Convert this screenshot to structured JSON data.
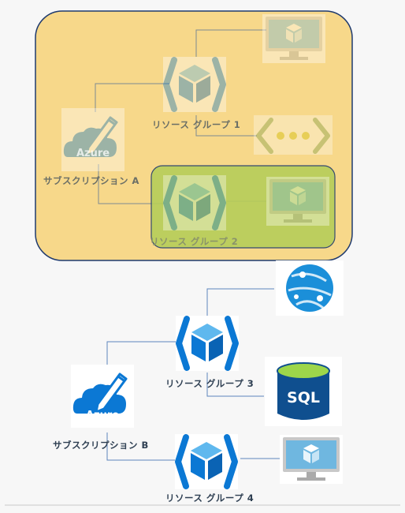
{
  "subscription_a": {
    "label": "サブスクリプション A",
    "logo_text": "Azure",
    "resource_group_1": {
      "label": "リソース グループ 1",
      "icon": "resource-group-icon",
      "resources": [
        "virtual-machine-icon",
        "vnet-icon"
      ]
    },
    "resource_group_2": {
      "label": "リソース グループ 2",
      "icon": "resource-group-icon",
      "resources": [
        "virtual-machine-icon"
      ]
    }
  },
  "subscription_b": {
    "label": "サブスクリプション B",
    "logo_text": "Azure",
    "resource_group_3": {
      "label": "リソース グループ 3",
      "icon": "resource-group-icon",
      "resources": [
        "app-service-icon",
        "sql-database-icon"
      ],
      "sql_text": "SQL"
    },
    "resource_group_4": {
      "label": "リソース グループ 4",
      "icon": "resource-group-icon",
      "resources": [
        "virtual-machine-icon"
      ]
    }
  },
  "colors": {
    "subscription_a_fill": "#f7d88a",
    "subscription_a_border": "#1f3a6e",
    "resource_group_2_fill": "#b6cd5a",
    "azure_blue": "#0b78d4",
    "muted_green": "#8aa85e",
    "connector_line": "#6b8fc0",
    "sql_dark": "#0f4f8f"
  }
}
